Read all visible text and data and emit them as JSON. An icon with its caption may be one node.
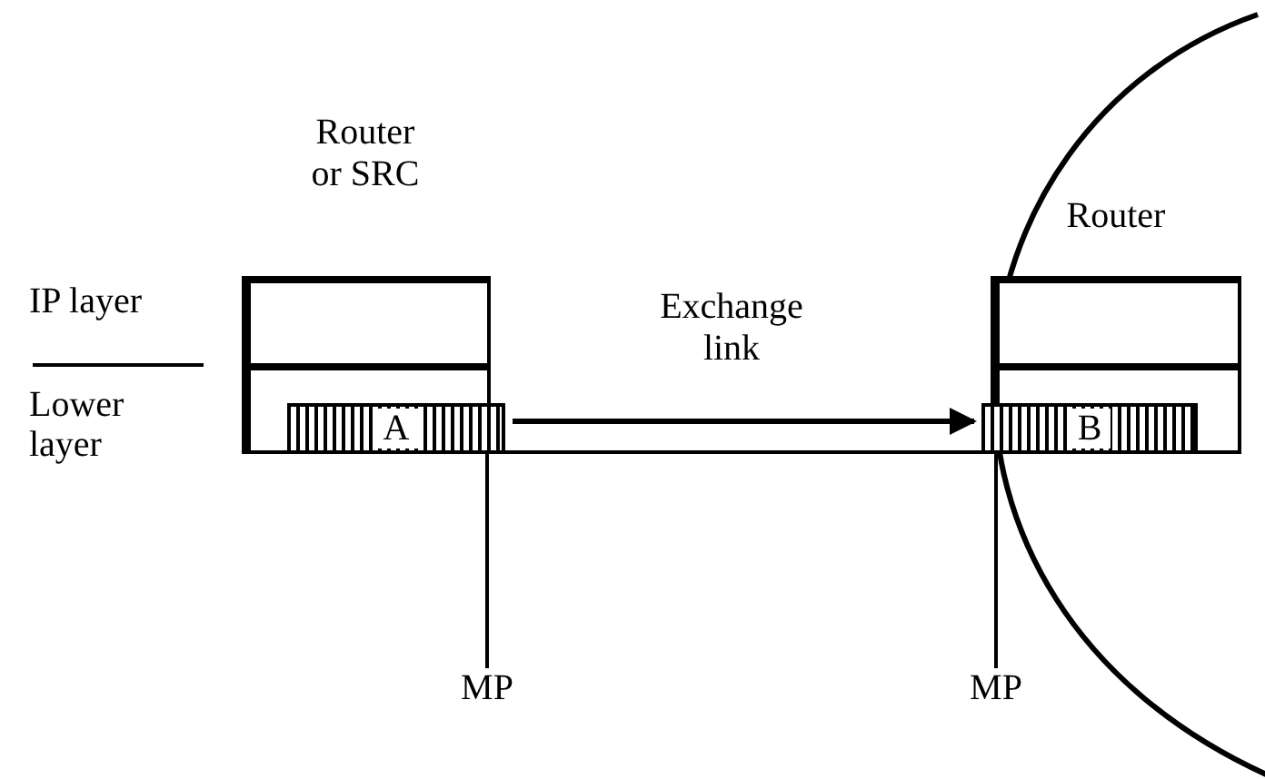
{
  "diagram": {
    "nodes": [
      {
        "text": [
          "Router or SRC"
        ]
      },
      {
        "text": [
          "A"
        ],
        "in": 0
      },
      {
        "text": [
          "Router"
        ]
      },
      {
        "text": [
          "B"
        ],
        "in": 2
      },
      {
        "text": [
          "MP"
        ]
      },
      {
        "text": [
          "MP"
        ]
      }
    ],
    "edges": [
      {
        "from": 1,
        "to": 3,
        "arrow": "none"
      },
      {
        "from": 1,
        "to": 3,
        "arrow": "to",
        "label": "Exchange link"
      },
      {
        "from": 4,
        "to": 1,
        "arrow": "none"
      },
      {
        "from": 5,
        "to": 3,
        "arrow": "none"
      }
    ],
    "labels": [
      "IP layer",
      "Lower layer"
    ]
  }
}
